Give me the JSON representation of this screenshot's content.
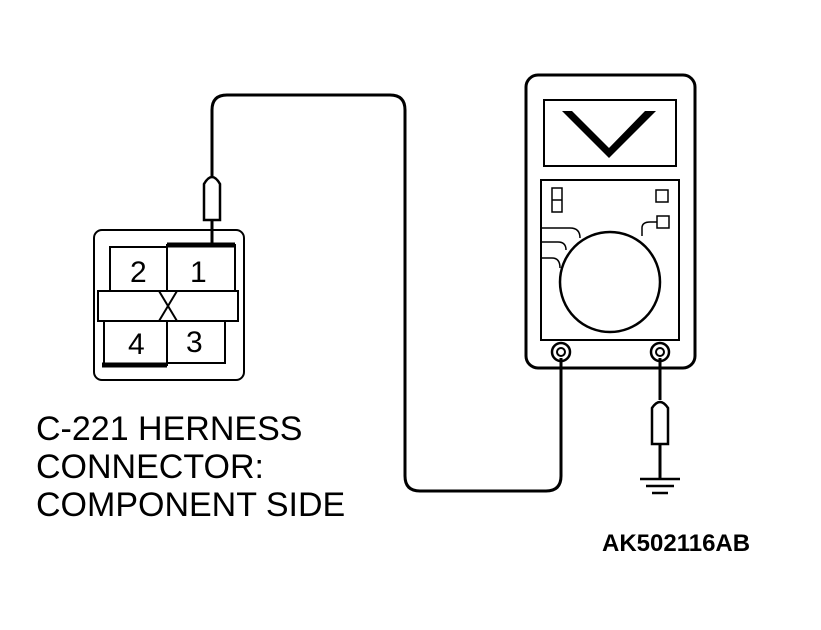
{
  "connector": {
    "pins": [
      {
        "label": "2"
      },
      {
        "label": "1"
      },
      {
        "label": "4"
      },
      {
        "label": "3"
      }
    ]
  },
  "caption": {
    "line1": "C-221 HERNESS",
    "line2": "CONNECTOR:",
    "line3": "COMPONENT SIDE"
  },
  "reference_code": "AK502116AB",
  "meter": {
    "display_symbol": "V"
  }
}
